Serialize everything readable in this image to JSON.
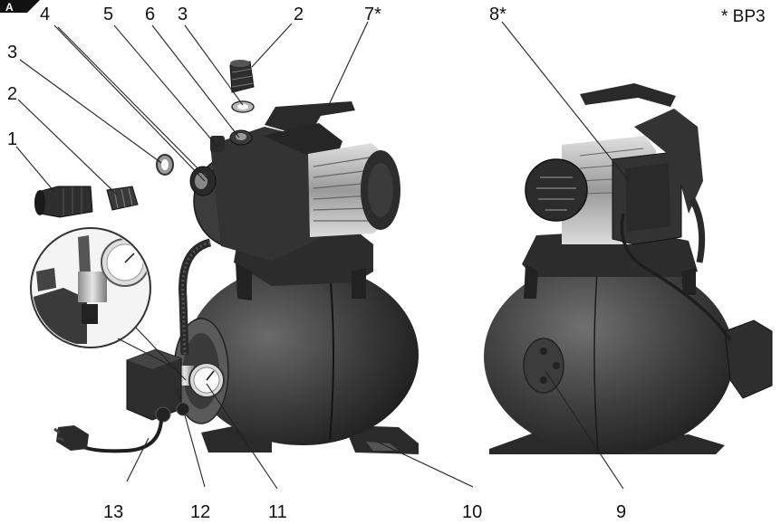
{
  "corner_mark": "A",
  "note": "* BP3",
  "callouts": [
    {
      "id": "c4",
      "text": "4"
    },
    {
      "id": "c5",
      "text": "5"
    },
    {
      "id": "c6",
      "text": "6"
    },
    {
      "id": "c3top",
      "text": "3"
    },
    {
      "id": "c2top",
      "text": "2"
    },
    {
      "id": "c7",
      "text": "7*"
    },
    {
      "id": "c8",
      "text": "8*"
    },
    {
      "id": "c3left",
      "text": "3"
    },
    {
      "id": "c2left",
      "text": "2"
    },
    {
      "id": "c1",
      "text": "1"
    },
    {
      "id": "c13",
      "text": "13"
    },
    {
      "id": "c12",
      "text": "12"
    },
    {
      "id": "c11",
      "text": "11"
    },
    {
      "id": "c10",
      "text": "10"
    },
    {
      "id": "c9",
      "text": "9"
    }
  ],
  "colors": {
    "ink": "#111111",
    "body_dark": "#2b2b2b",
    "body_mid": "#4a4a4a",
    "metal": "#b9b9b9",
    "background": "#ffffff"
  }
}
